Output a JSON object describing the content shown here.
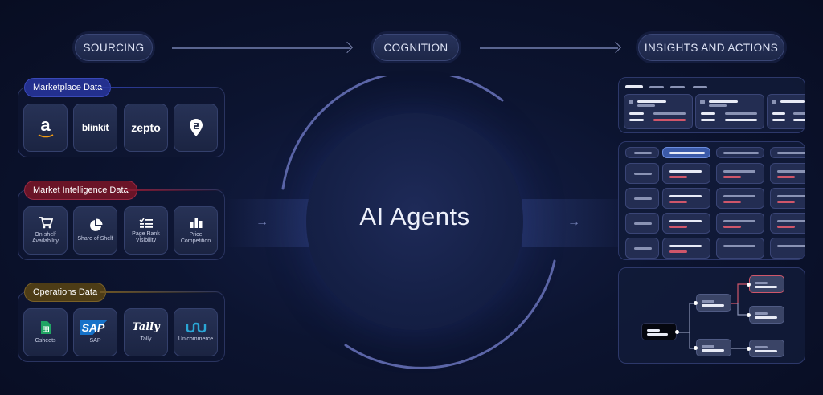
{
  "stages": {
    "sourcing": "SOURCING",
    "cognition": "COGNITION",
    "insights": "INSIGHTS AND ACTIONS"
  },
  "core": {
    "title": "AI Agents"
  },
  "groups": {
    "marketplace": {
      "label": "Marketplace Data",
      "accent": "#2a3aa0",
      "tiles": [
        {
          "name": "amazon",
          "glyph": "a"
        },
        {
          "name": "blinkit",
          "glyph": "blinkit"
        },
        {
          "name": "zepto",
          "glyph": "zepto"
        },
        {
          "name": "swiggy",
          "glyph": ""
        }
      ]
    },
    "intelligence": {
      "label": "Market Intelligence Data",
      "accent": "#8a1c34",
      "tiles": [
        {
          "name": "cart-icon",
          "caption": "On-shelf Availability"
        },
        {
          "name": "pie-chart-icon",
          "caption": "Share of Shelf"
        },
        {
          "name": "ranking-list-icon",
          "caption": "Page Rank Visibility"
        },
        {
          "name": "bar-chart-icon",
          "caption": "Price Competition"
        }
      ]
    },
    "operations": {
      "label": "Operations Data",
      "accent": "#5e4a1e",
      "tiles": [
        {
          "name": "gsheets-icon",
          "caption": "Gsheets"
        },
        {
          "name": "sap-logo",
          "caption": "SAP",
          "glyph": "SAP"
        },
        {
          "name": "tally-logo",
          "caption": "Tally",
          "glyph": "Tally"
        },
        {
          "name": "unicommerce-logo",
          "caption": "Unicommerce"
        }
      ]
    }
  }
}
